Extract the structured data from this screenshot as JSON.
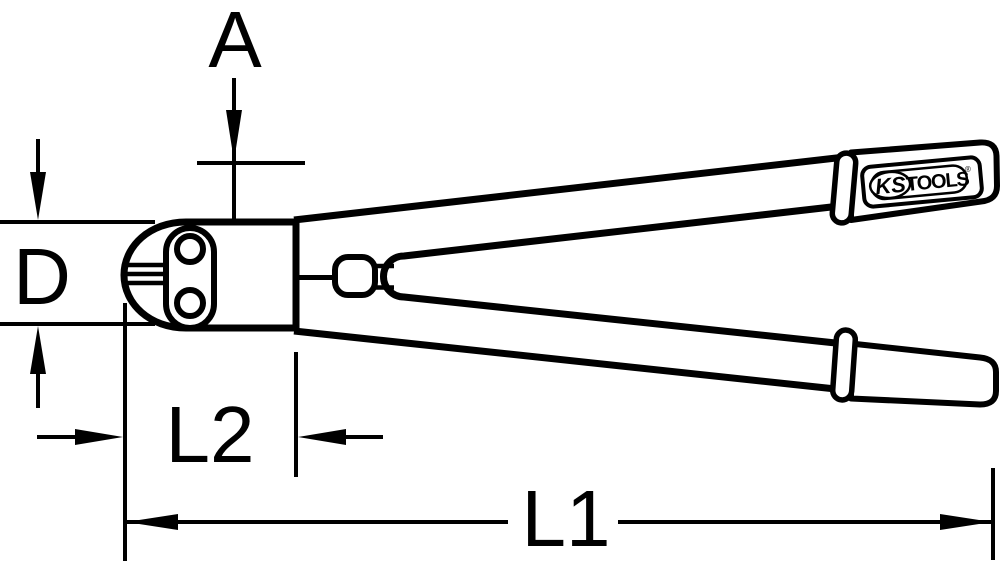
{
  "diagram": {
    "labels": {
      "a": "A",
      "d": "D",
      "l2": "L2",
      "l1": "L1"
    },
    "logo": {
      "ks": "KS",
      "tools": "TOOLS",
      "registered": "®"
    },
    "colors": {
      "line": "#000000",
      "background": "#ffffff"
    }
  }
}
